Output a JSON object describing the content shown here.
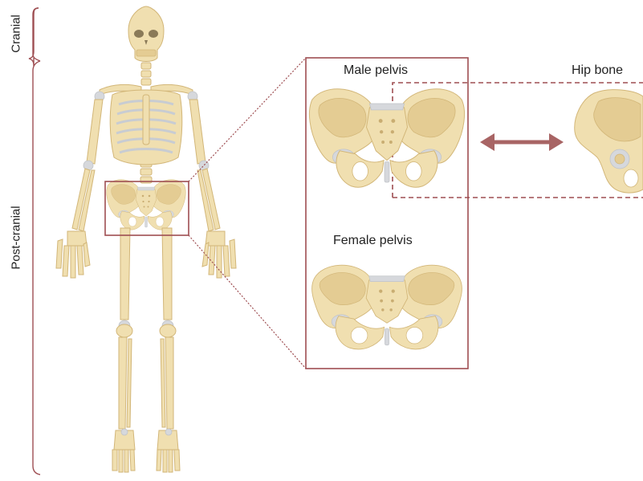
{
  "labels": {
    "cranial": "Cranial",
    "post_cranial": "Post-cranial",
    "male_pelvis": "Male pelvis",
    "female_pelvis": "Female pelvis",
    "hip_bone": "Hip bone"
  },
  "colors": {
    "bone": "#f0dfb0",
    "bone_shade": "#e2c98f",
    "bone_outline": "#d4b87c",
    "cartilage": "#d6d8dc",
    "frame": "#9e4e52",
    "arrow": "#a86464",
    "text": "#222222"
  },
  "icons": {
    "skeleton": "human-skeleton-icon",
    "male_pelvis": "male-pelvis-icon",
    "female_pelvis": "female-pelvis-icon",
    "hip_bone": "hip-bone-icon",
    "arrow": "double-arrow-icon"
  }
}
